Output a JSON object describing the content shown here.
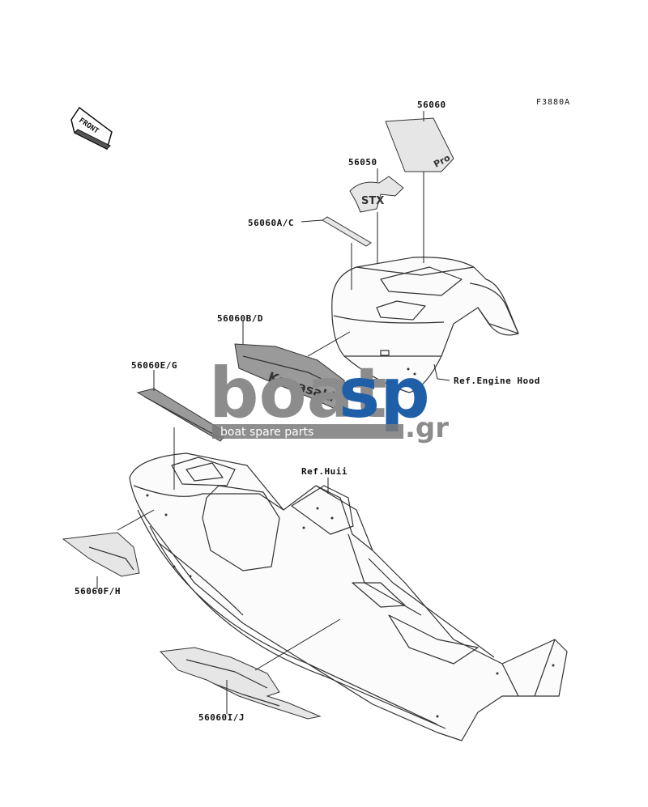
{
  "diagram_code": "F3880A",
  "front_marker": "FRONT",
  "parts": {
    "p56060": "56060",
    "p56050": "56050",
    "p56060ac": "56060A/C",
    "p56060bd": "56060B/D",
    "p56060eg": "56060E/G",
    "p56060fh": "56060F/H",
    "p56060ij": "56060I/J"
  },
  "refs": {
    "engine_hood": "Ref.Engine Hood",
    "hull": "Ref.Huii"
  },
  "decal_texts": {
    "kawasaki": "Kawasaki",
    "stx": "STX",
    "pro": "Pro"
  },
  "watermark": {
    "brand_main": "boat",
    "brand_accent": "sp",
    "domain": ".gr",
    "tagline": "boat spare parts",
    "colors": {
      "grey": "#8c8c8c",
      "blue": "#1f5fa8",
      "band": "#7a7a7a"
    }
  }
}
